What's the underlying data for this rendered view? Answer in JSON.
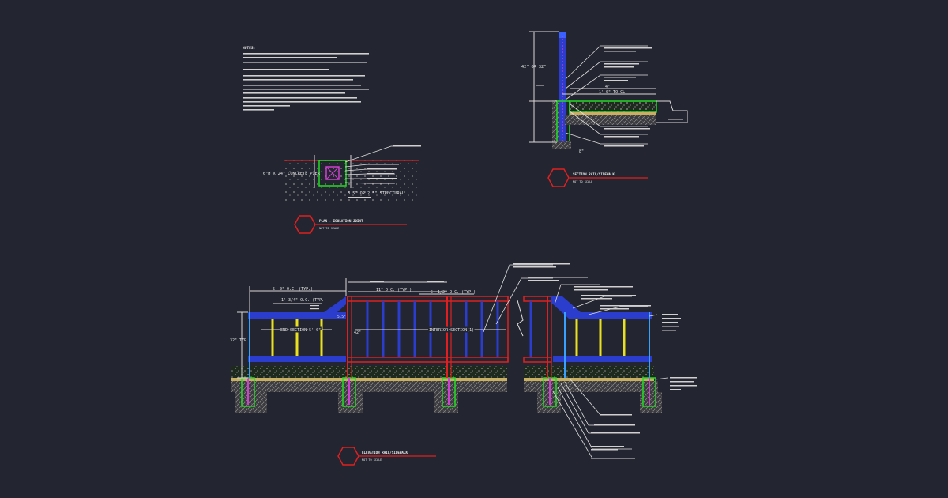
{
  "colors": {
    "background": "#232530",
    "line": "#d8d8d8",
    "red": "#e02020",
    "blue": "#2a3dcc",
    "light_blue": "#3aa0ff",
    "green": "#22dd22",
    "yellow": "#e8e020",
    "magenta": "#d040d0",
    "tan": "#c9b060",
    "soil": "#7a7a7a"
  },
  "notes": {
    "title": "NOTES:"
  },
  "plan_view": {
    "pier_label": "6\"Ø X 24\" CONCRETE PIER",
    "post_label": "3.5\" OR 2.5\" STRUCTURAL",
    "title": "PLAN - ISOLATION JOINT",
    "scale": "NOT TO SCALE"
  },
  "section_view": {
    "height_label": "42\" OR 32\"",
    "offset_a": "4\"",
    "offset_b": "1'-0\" TO CL",
    "bottom_label": "8\"",
    "title": "SECTION RAIL/SIDEWALK",
    "scale": "NOT TO SCALE"
  },
  "elevation_view": {
    "dim_end_oc": "5'-0\" O.C. (TYP.)",
    "dim_post_oc": "1'-3/4\" O.C. (TYP.)",
    "dim_interior_oc": "11\" O.C. (TYP.)",
    "dim_typ": "5'-1/2\" O.C. (TYP.)",
    "dim_left_height": "32\" TYP.",
    "dim_mid_height": "42\"",
    "dim_gap": "5.5\"",
    "end_section_label": "END SECTION 5'-0\"",
    "interior_section_label": "INTERIOR SECTION(1)",
    "title": "ELEVATION RAIL/SIDEWALK",
    "scale": "NOT TO SCALE"
  }
}
